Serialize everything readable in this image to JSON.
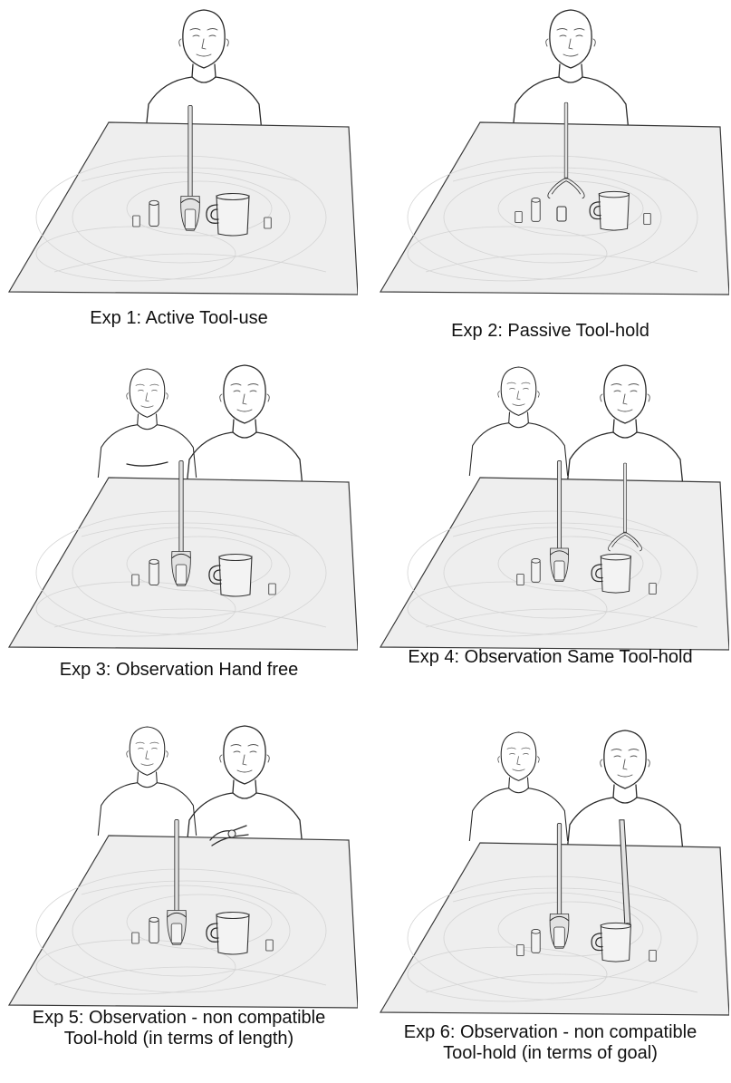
{
  "panels": [
    {
      "id": "exp1",
      "caption": [
        "Exp 1: Active Tool-use"
      ]
    },
    {
      "id": "exp2",
      "caption": [
        "Exp 2: Passive Tool-hold"
      ]
    },
    {
      "id": "exp3",
      "caption": [
        "Exp 3: Observation Hand free"
      ]
    },
    {
      "id": "exp4",
      "caption": [
        "Exp 4: Observation Same Tool-hold"
      ]
    },
    {
      "id": "exp5",
      "caption": [
        "Exp 5: Observation - non compatible",
        "Tool-hold (in terms of length)"
      ]
    },
    {
      "id": "exp6",
      "caption": [
        "Exp 6: Observation - non compatible",
        "Tool-hold (in terms of goal)"
      ]
    }
  ],
  "scenes": {
    "exp1": {
      "people": [
        "subject"
      ],
      "subject_tool": "grasping-tool-closed",
      "observer_tool": "none"
    },
    "exp2": {
      "people": [
        "subject"
      ],
      "subject_tool": "grasping-tool-open-resting",
      "observer_tool": "none"
    },
    "exp3": {
      "people": [
        "observer",
        "subject"
      ],
      "subject_tool": "none",
      "observer_tool": "grasping-tool-closed"
    },
    "exp4": {
      "people": [
        "observer",
        "subject"
      ],
      "subject_tool": "grasping-tool-open-resting",
      "observer_tool": "grasping-tool-closed"
    },
    "exp5": {
      "people": [
        "observer",
        "subject"
      ],
      "subject_tool": "short-pliers",
      "observer_tool": "grasping-tool-closed"
    },
    "exp6": {
      "people": [
        "observer",
        "subject"
      ],
      "subject_tool": "stick",
      "observer_tool": "grasping-tool-closed"
    }
  }
}
